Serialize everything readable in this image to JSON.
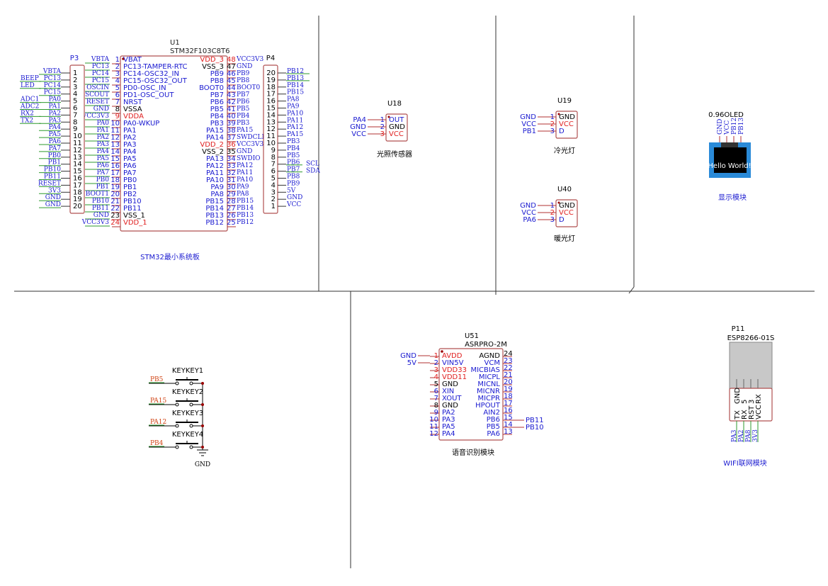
{
  "colors": {
    "pin": "#b03030",
    "net": "#1a1ad0",
    "wire": "#2e9a2e",
    "red": "#e02020",
    "black": "#000000",
    "box": "#b05050",
    "orange": "#d04010"
  },
  "u1": {
    "ref": "U1",
    "part": "STM32F103C8T6",
    "caption": "STM32最小系统板",
    "left": [
      [
        "1",
        "VBAT",
        "VBTA"
      ],
      [
        "2",
        "PC13-TAMPER-RTC",
        "PC13"
      ],
      [
        "3",
        "PC14-OSC32_IN",
        "PC14"
      ],
      [
        "4",
        "PC15-OSC32_OUT",
        "PC15"
      ],
      [
        "5",
        "PD0-OSC_IN",
        "OSCIN"
      ],
      [
        "6",
        "PD1-OSC_OUT",
        "OSCOUT"
      ],
      [
        "7",
        "NRST",
        "RESET"
      ],
      [
        "8",
        "VSSA",
        "GND"
      ],
      [
        "9",
        "VDDA",
        "VCC3V3"
      ],
      [
        "10",
        "PA0-WKUP",
        "PA0"
      ],
      [
        "11",
        "PA1",
        "PA1"
      ],
      [
        "12",
        "PA2",
        "PA2"
      ],
      [
        "13",
        "PA3",
        "PA3"
      ],
      [
        "14",
        "PA4",
        "PA4"
      ],
      [
        "15",
        "PA5",
        "PA5"
      ],
      [
        "16",
        "PA6",
        "PA6"
      ],
      [
        "17",
        "PA7",
        "PA7"
      ],
      [
        "18",
        "PB0",
        "PB0"
      ],
      [
        "19",
        "PB1",
        "PB1"
      ],
      [
        "20",
        "PB2",
        "BOOT1"
      ],
      [
        "21",
        "PB10",
        "PB10"
      ],
      [
        "22",
        "PB11",
        "PB11"
      ],
      [
        "23",
        "VSS_1",
        "GND"
      ],
      [
        "24",
        "VDD_1",
        "VCC3V3"
      ]
    ],
    "right": [
      [
        "48",
        "VDD_3",
        "VCC3V3"
      ],
      [
        "47",
        "VSS_3",
        "GND"
      ],
      [
        "46",
        "PB9",
        "PB9"
      ],
      [
        "45",
        "PB8",
        "PB8"
      ],
      [
        "44",
        "BOOT0",
        "BOOT0"
      ],
      [
        "43",
        "PB7",
        "PB7"
      ],
      [
        "42",
        "PB6",
        "PB6"
      ],
      [
        "41",
        "PB5",
        "PB5"
      ],
      [
        "40",
        "PB4",
        "PB4"
      ],
      [
        "39",
        "PB3",
        "PB3"
      ],
      [
        "38",
        "PA15",
        "PA15"
      ],
      [
        "37",
        "PA14",
        "SWDCLK"
      ],
      [
        "36",
        "VDD_2",
        "VCC3V3"
      ],
      [
        "35",
        "VSS_2",
        "GND"
      ],
      [
        "34",
        "PA13",
        "SWDIO"
      ],
      [
        "33",
        "PA12",
        "PA12"
      ],
      [
        "32",
        "PA11",
        "PA11"
      ],
      [
        "31",
        "PA10",
        "PA10"
      ],
      [
        "30",
        "PA9",
        "PA9"
      ],
      [
        "29",
        "PA8",
        "PA8"
      ],
      [
        "28",
        "PB15",
        "PB15"
      ],
      [
        "27",
        "PB14",
        "PB14"
      ],
      [
        "26",
        "PB13",
        "PB13"
      ],
      [
        "25",
        "PB12",
        "PB12"
      ]
    ]
  },
  "p3": {
    "ref": "P3",
    "pins": [
      [
        "1",
        "",
        "VBTA"
      ],
      [
        "2",
        "BEEP",
        "PC13"
      ],
      [
        "3",
        "LED",
        "PC14"
      ],
      [
        "4",
        "",
        "PC15"
      ],
      [
        "5",
        "ADC1",
        "PA0"
      ],
      [
        "6",
        "ADC2",
        "PA1"
      ],
      [
        "7",
        "RX2",
        "PA2"
      ],
      [
        "8",
        "TX2",
        "PA3"
      ],
      [
        "9",
        "",
        "PA4"
      ],
      [
        "10",
        "",
        "PA5"
      ],
      [
        "11",
        "",
        "PA6"
      ],
      [
        "12",
        "",
        "PA7"
      ],
      [
        "13",
        "",
        "PB0"
      ],
      [
        "14",
        "",
        "PB1"
      ],
      [
        "15",
        "",
        "PB10"
      ],
      [
        "16",
        "",
        "PB11"
      ],
      [
        "17",
        "",
        "RESET"
      ],
      [
        "18",
        "",
        "3V3"
      ],
      [
        "19",
        "",
        "GND"
      ],
      [
        "20",
        "",
        "GND"
      ]
    ]
  },
  "p4": {
    "ref": "P4",
    "pins": [
      [
        "20",
        "PB12",
        ""
      ],
      [
        "19",
        "PB13",
        ""
      ],
      [
        "18",
        "PB14",
        ""
      ],
      [
        "17",
        "PB15",
        ""
      ],
      [
        "16",
        "PA8",
        ""
      ],
      [
        "15",
        "PA9",
        ""
      ],
      [
        "14",
        "PA10",
        ""
      ],
      [
        "13",
        "PA11",
        ""
      ],
      [
        "12",
        "PA12",
        ""
      ],
      [
        "11",
        "PA15",
        ""
      ],
      [
        "10",
        "PB3",
        ""
      ],
      [
        "9",
        "PB4",
        ""
      ],
      [
        "8",
        "PB5",
        ""
      ],
      [
        "7",
        "PB6",
        "SCL"
      ],
      [
        "6",
        "PB7",
        "SDA"
      ],
      [
        "5",
        "PB8",
        ""
      ],
      [
        "4",
        "PB9",
        ""
      ],
      [
        "3",
        "5V",
        ""
      ],
      [
        "2",
        "GND",
        ""
      ],
      [
        "1",
        "VCC",
        ""
      ]
    ]
  },
  "u18": {
    "ref": "U18",
    "caption": "光照传感器",
    "pins": [
      [
        "1",
        "OUT",
        "PA4"
      ],
      [
        "2",
        "GND",
        "GND"
      ],
      [
        "3",
        "VCC",
        "VCC"
      ]
    ]
  },
  "u19": {
    "ref": "U19",
    "caption": "冷光灯",
    "pins": [
      [
        "1",
        "GND",
        "GND"
      ],
      [
        "2",
        "VCC",
        "VCC"
      ],
      [
        "3",
        "D",
        "PB1"
      ]
    ]
  },
  "u40": {
    "ref": "U40",
    "caption": "暖光灯",
    "pins": [
      [
        "1",
        "GND",
        "GND"
      ],
      [
        "2",
        "VCC",
        "VCC"
      ],
      [
        "3",
        "D",
        "PA6"
      ]
    ]
  },
  "oled": {
    "title": "0.96OLED",
    "pins": [
      "GND",
      "VCC",
      "PB12",
      "PB13"
    ],
    "screen_text": "Hello World!!!",
    "caption": "显示模块"
  },
  "keys": {
    "items": [
      [
        "KEYKEY1",
        "PB5"
      ],
      [
        "KEYKEY2",
        "PA15"
      ],
      [
        "KEYKEY3",
        "PA12"
      ],
      [
        "KEYKEY4",
        "PB4"
      ]
    ],
    "gnd": "GND"
  },
  "u51": {
    "ref": "U51",
    "part": "ASRPRO-2M",
    "caption": "语音识别模块",
    "left": [
      [
        "1",
        "AVDD",
        "GND"
      ],
      [
        "2",
        "VIN5V",
        "5V"
      ],
      [
        "3",
        "VDD33",
        ""
      ],
      [
        "4",
        "VDD11",
        ""
      ],
      [
        "5",
        "GND",
        ""
      ],
      [
        "6",
        "XIN",
        ""
      ],
      [
        "7",
        "XOUT",
        ""
      ],
      [
        "8",
        "GND",
        ""
      ],
      [
        "9",
        "PA2",
        ""
      ],
      [
        "10",
        "PA3",
        ""
      ],
      [
        "11",
        "PA5",
        ""
      ],
      [
        "12",
        "PA4",
        ""
      ]
    ],
    "right": [
      [
        "24",
        "AGND",
        ""
      ],
      [
        "23",
        "VCM",
        ""
      ],
      [
        "22",
        "MICBIAS",
        ""
      ],
      [
        "21",
        "MICPL",
        ""
      ],
      [
        "20",
        "MICNL",
        ""
      ],
      [
        "19",
        "MICNR",
        ""
      ],
      [
        "18",
        "MICPR",
        ""
      ],
      [
        "17",
        "HPOUT",
        ""
      ],
      [
        "16",
        "AIN2",
        ""
      ],
      [
        "15",
        "PB6",
        "PB11"
      ],
      [
        "14",
        "PB5",
        "PB10"
      ],
      [
        "13",
        "PA6",
        ""
      ]
    ]
  },
  "p11": {
    "ref": "P11",
    "part": "ESP8266-01S",
    "caption": "WIFI联网模块",
    "top": [
      "GND",
      "5",
      "3",
      "RX"
    ],
    "bottom": [
      "TX",
      "RX",
      "RST",
      "VCC"
    ],
    "nets": [
      "PA3",
      "PA2",
      "PA8",
      "3V3"
    ]
  }
}
